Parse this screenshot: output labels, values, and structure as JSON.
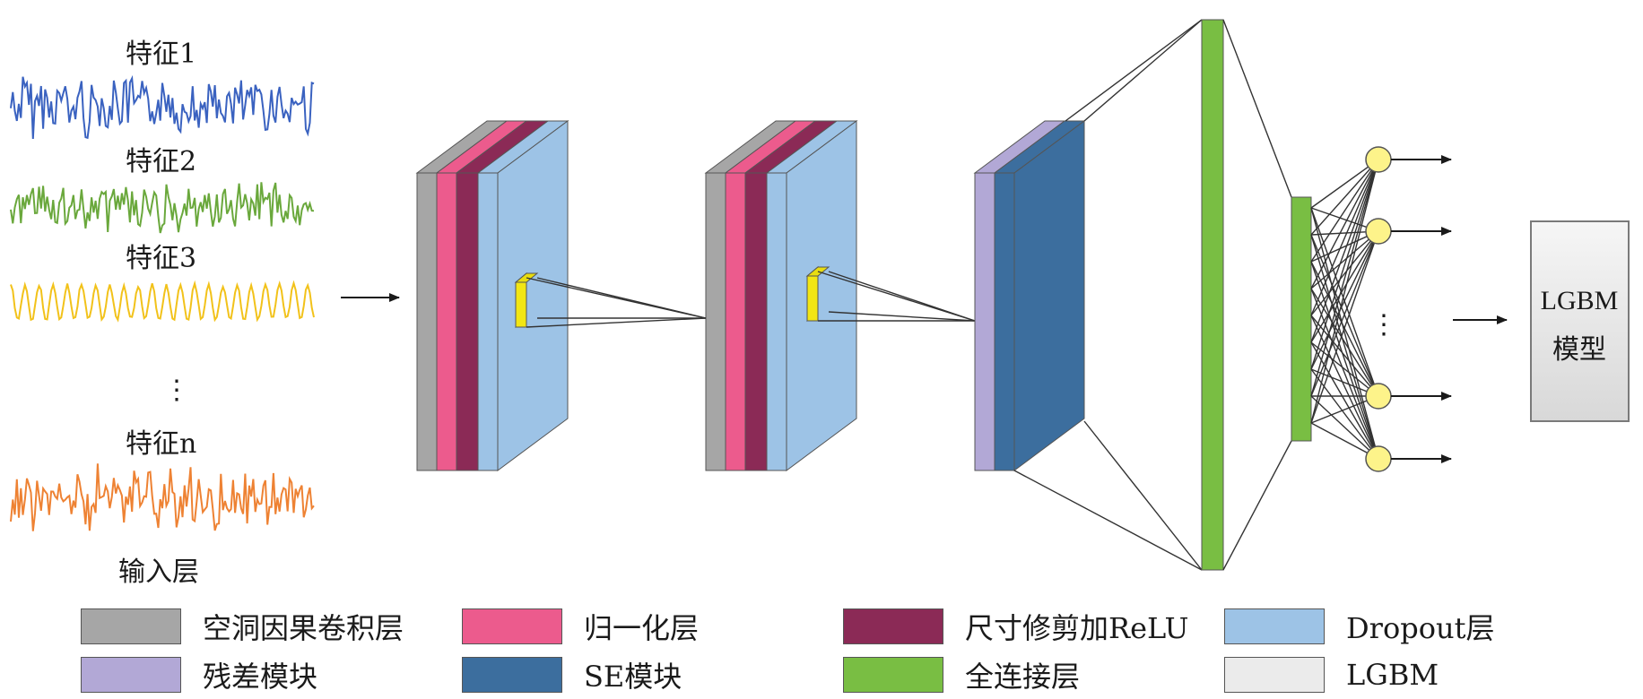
{
  "input": {
    "features": [
      {
        "label": "特征1",
        "color": "#3a62c0"
      },
      {
        "label": "特征2",
        "color": "#6aa83c"
      },
      {
        "label": "特征3",
        "color": "#f2c21a"
      },
      {
        "label": "特征n",
        "color": "#ee8233"
      }
    ],
    "ellipsis": "⋮",
    "layer_label": "输入层"
  },
  "output": {
    "ellipsis": "⋮",
    "lgbm_box": {
      "line1": "LGBM",
      "line2": "模型"
    }
  },
  "colors": {
    "dilated_conv": "#a6a6a6",
    "norm": "#ec5b8d",
    "crop_relu": "#8b2a56",
    "dropout": "#9dc3e6",
    "residual": "#b2a8d6",
    "se": "#3c6e9e",
    "fc": "#79be43",
    "lgbm": "#ebebeb",
    "kernel": "#f2e614",
    "neuron": "#fdf38a"
  },
  "legend": [
    [
      {
        "label": "空洞因果卷积层",
        "color": "#a6a6a6"
      },
      {
        "label": "归一化层",
        "color": "#ec5b8d"
      },
      {
        "label": "尺寸修剪加ReLU",
        "color": "#8b2a56"
      },
      {
        "label": "Dropout层",
        "color": "#9dc3e6"
      }
    ],
    [
      {
        "label": "残差模块",
        "color": "#b2a8d6"
      },
      {
        "label": "SE模块",
        "color": "#3c6e9e"
      },
      {
        "label": "全连接层",
        "color": "#79be43"
      },
      {
        "label": "LGBM",
        "color": "#ebebeb"
      }
    ]
  ]
}
